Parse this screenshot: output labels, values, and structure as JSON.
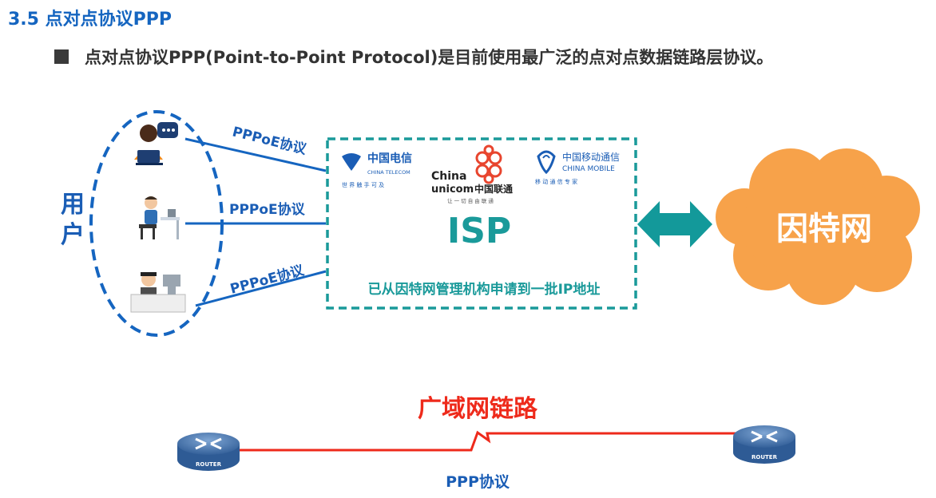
{
  "header": {
    "section_title": "3.5 点对点协议PPP",
    "bullet_text": "点对点协议PPP(Point-to-Point Protocol)是目前使用最广泛的点对点数据链路层协议。"
  },
  "users": {
    "label_line1": "用",
    "label_line2": "户"
  },
  "links": {
    "pppoe_1": "PPPoE协议",
    "pppoe_2": "PPPoE协议",
    "pppoe_3": "PPPoE协议"
  },
  "isp": {
    "label": "ISP",
    "note": "已从因特网管理机构申请到一批IP地址",
    "telecom_cn": "中国电信",
    "telecom_en": "CHINA TELECOM",
    "telecom_slogan": "世 界 触 手 可 及",
    "unicom_word1": "China",
    "unicom_word2": "unicom",
    "unicom_cn": "中国联通",
    "unicom_slogan": "让 一 切 自 由 联 通",
    "mobile_cn": "中国移动通信",
    "mobile_en": "CHINA MOBILE",
    "mobile_slogan": "移 动 通 信 专 家"
  },
  "internet": {
    "label": "因特网"
  },
  "wan": {
    "title": "广域网链路",
    "protocol": "PPP协议",
    "router_left_label": "ROUTER",
    "router_right_label": "ROUTER"
  },
  "colors": {
    "primary_blue": "#1565c0",
    "isp_teal": "#1a9a9a",
    "cloud_orange": "#f7a24a",
    "wan_red": "#ee2a1b",
    "router_blue": "#3f6ea8"
  }
}
